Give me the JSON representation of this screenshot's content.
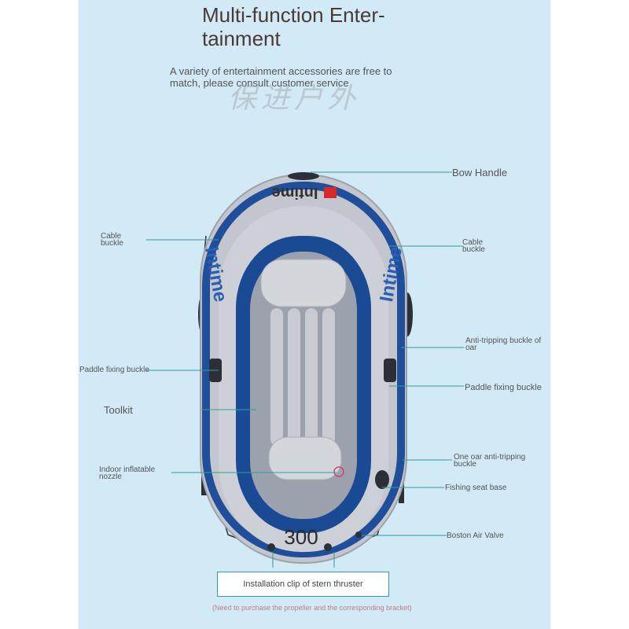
{
  "header": {
    "title_line1": "Multi-function Enter-",
    "title_line2": "tainment",
    "subtitle_line1": "A variety of entertainment accessories are free to",
    "subtitle_line2": "match, please consult customer service",
    "watermark": "保进户外"
  },
  "boat": {
    "brand": "Intime",
    "model_number": "300",
    "side_text": "Intime"
  },
  "labels": {
    "bow_handle": "Bow Handle",
    "cable_buckle_left_1": "Cable",
    "cable_buckle_left_2": "buckle",
    "cable_buckle_right_1": "Cable",
    "cable_buckle_right_2": "buckle",
    "anti_tripping_1": "Anti-tripping buckle of",
    "anti_tripping_2": "oar",
    "paddle_fixing_left": "Paddle fixing buckle",
    "paddle_fixing_right": "Paddle fixing buckle",
    "toolkit": "Toolkit",
    "indoor_nozzle_1": "Indoor inflatable",
    "indoor_nozzle_2": "nozzle",
    "one_oar_1": "One oar anti-tripping",
    "one_oar_2": "buckle",
    "fishing_seat": "Fishing seat base",
    "boston_valve": "Boston Air Valve",
    "stern_clip": "Installation clip of stern thruster",
    "purchase_note": "(Need to purchase the propeller and the corresponding bracket)"
  },
  "colors": {
    "panel_bg": "#d2e9f6",
    "hull_gray": "#b9bcc3",
    "hull_blue": "#1f4f9a",
    "leader_line": "#2ea0a0",
    "note_text": "#c37b82"
  }
}
